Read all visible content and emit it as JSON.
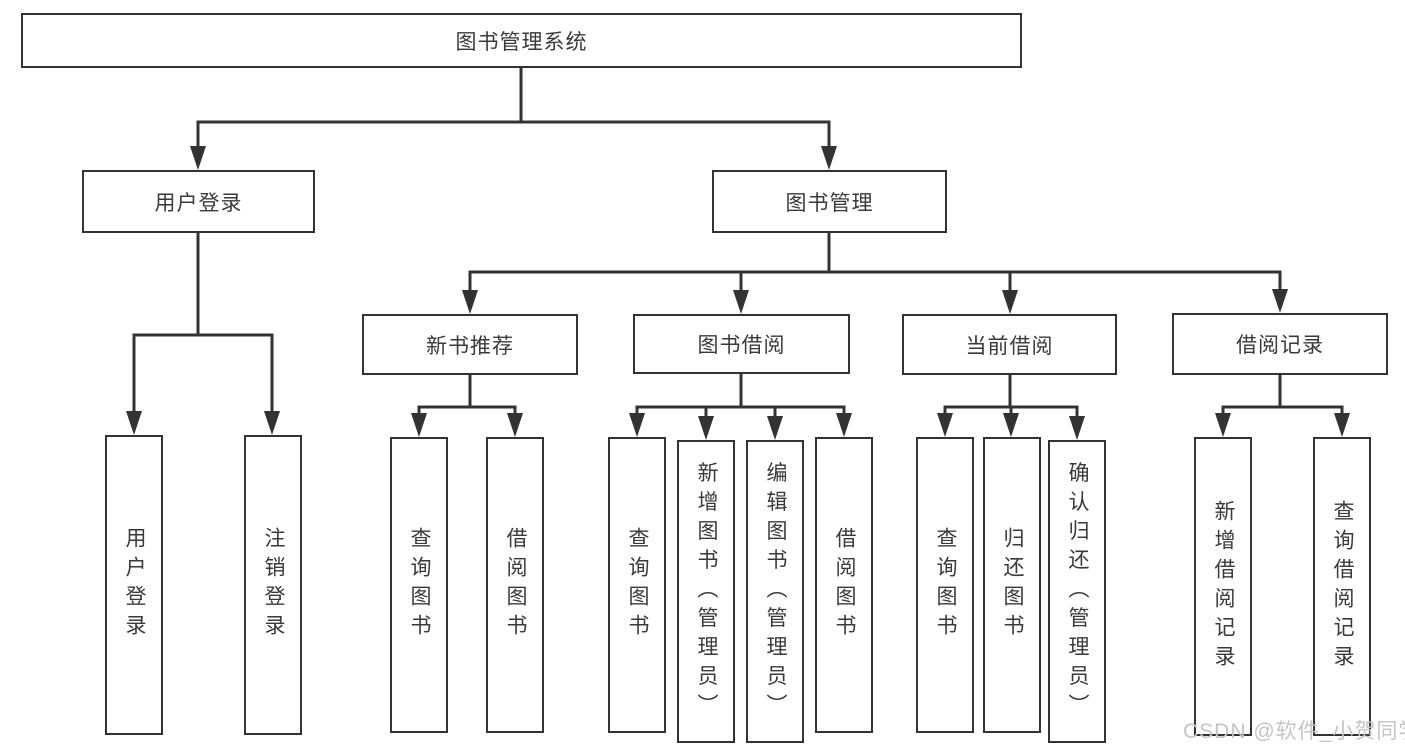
{
  "diagram": {
    "title": "图书管理系统",
    "hierarchy": {
      "root": "图书管理系统",
      "children": [
        {
          "label": "用户登录",
          "children": [
            "用户登录",
            "注销登录"
          ]
        },
        {
          "label": "图书管理",
          "children": [
            {
              "label": "新书推荐",
              "children": [
                "查询图书",
                "借阅图书"
              ]
            },
            {
              "label": "图书借阅",
              "children": [
                "查询图书",
                "新增图书（管理员）",
                "编辑图书（管理员）",
                "借阅图书"
              ]
            },
            {
              "label": "当前借阅",
              "children": [
                "查询图书",
                "归还图书",
                "确认归还（管理员）"
              ]
            },
            {
              "label": "借阅记录",
              "children": [
                "新增借阅记录",
                "查询借阅记录"
              ]
            }
          ]
        }
      ]
    }
  },
  "nodes": {
    "root": {
      "label": "图书管理系统"
    },
    "user_login": {
      "label": "用户登录"
    },
    "book_mgmt": {
      "label": "图书管理"
    },
    "new_book_rec": {
      "label": "新书推荐"
    },
    "book_borrow": {
      "label": "图书借阅"
    },
    "current_borrow": {
      "label": "当前借阅"
    },
    "borrow_records": {
      "label": "借阅记录"
    },
    "leaf_user_login": {
      "label": "用户登录"
    },
    "leaf_logout": {
      "label": "注销登录"
    },
    "leaf_query_book_1": {
      "label": "查询图书"
    },
    "leaf_borrow_book_1": {
      "label": "借阅图书"
    },
    "leaf_query_book_2": {
      "label": "查询图书"
    },
    "leaf_add_book": {
      "label": "新增图书（管理员）"
    },
    "leaf_edit_book": {
      "label": "编辑图书（管理员）"
    },
    "leaf_borrow_book_2": {
      "label": "借阅图书"
    },
    "leaf_query_book_3": {
      "label": "查询图书"
    },
    "leaf_return_book": {
      "label": "归还图书"
    },
    "leaf_confirm_return": {
      "label": "确认归还（管理员）"
    },
    "leaf_add_record": {
      "label": "新增借阅记录"
    },
    "leaf_query_record": {
      "label": "查询借阅记录"
    }
  },
  "watermark": {
    "text": "CSDN @软件_小贺同学"
  },
  "colors": {
    "line": "#333333",
    "box_border": "#333333",
    "text": "#3a3a3a",
    "watermark": "#c9c2c2",
    "background": "#ffffff"
  }
}
